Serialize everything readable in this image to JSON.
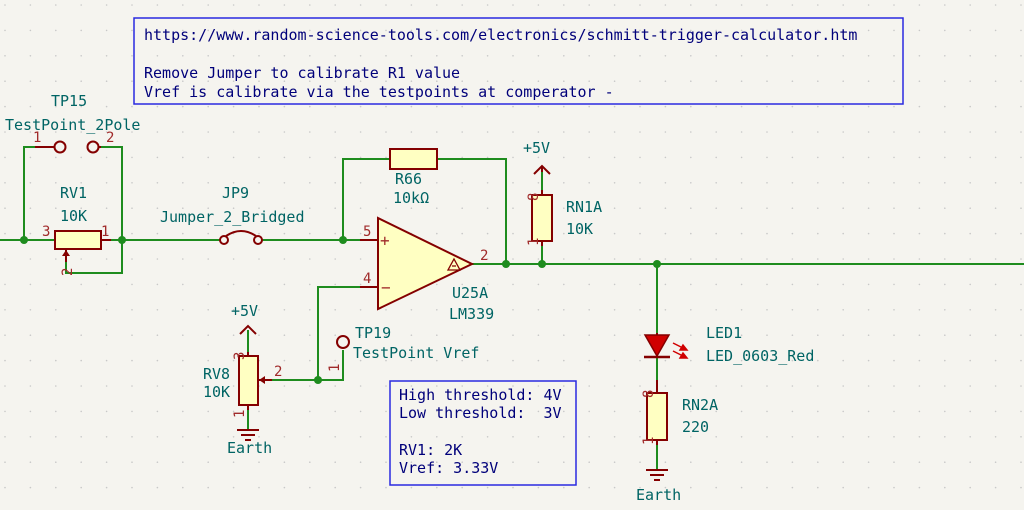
{
  "colors": {
    "background": "#f5f4ef",
    "wire": "#1e8c1e",
    "component": "#840000",
    "component_fill": "#ffffc2",
    "label": "#006464",
    "pin_number": "#a02a2a",
    "note": "#00007a",
    "grid_dot": "#c8c8c8"
  },
  "note_box": {
    "url": "https://www.random-science-tools.com/electronics/schmitt-trigger-calculator.htm",
    "line1": "Remove Jumper to calibrate R1 value",
    "line2": "Vref is calibrate via the testpoints at comperator -"
  },
  "calc_box": {
    "high": "High threshold: 4V",
    "low": "Low threshold:  3V",
    "rv1": "RV1: 2K",
    "vref": "Vref: 3.33V"
  },
  "components": {
    "tp15": {
      "ref": "TP15",
      "value": "TestPoint_2Pole",
      "pin1": "1",
      "pin2": "2"
    },
    "rv1": {
      "ref": "RV1",
      "value": "10K",
      "pin1": "1",
      "pin2": "2",
      "pin3": "3"
    },
    "jp9": {
      "ref": "JP9",
      "value": "Jumper_2_Bridged"
    },
    "r66": {
      "ref": "R66",
      "value": "10kΩ"
    },
    "u25a": {
      "ref": "U25A",
      "value": "LM339",
      "pin_plus": "5",
      "pin_minus": "4",
      "pin_out": "2",
      "plus_sign": "+",
      "minus_sign": "−"
    },
    "rn1a": {
      "ref": "RN1A",
      "value": "10K",
      "pin_top": "8",
      "pin_bottom": "1"
    },
    "rv8": {
      "ref": "RV8",
      "value": "10K",
      "pin1": "1",
      "pin2": "2",
      "pin3": "3"
    },
    "tp19": {
      "ref": "TP19",
      "value": "TestPoint Vref",
      "pin1": "1"
    },
    "led1": {
      "ref": "LED1",
      "value": "LED_0603_Red"
    },
    "rn2a": {
      "ref": "RN2A",
      "value": "220",
      "pin_top": "8",
      "pin_bottom": "1"
    }
  },
  "power": {
    "vcc1": "+5V",
    "vcc2": "+5V",
    "gnd1": "Earth",
    "gnd2": "Earth"
  }
}
